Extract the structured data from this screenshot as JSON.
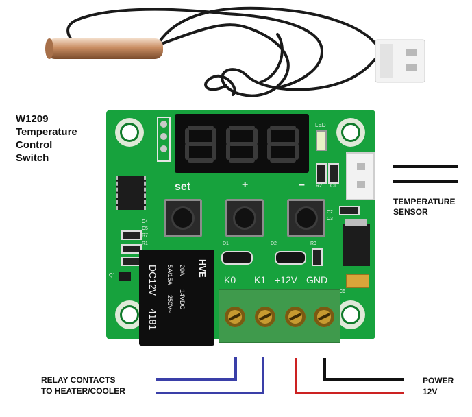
{
  "title": [
    "W1209",
    "Temperature",
    "Control",
    "Switch"
  ],
  "labels": {
    "temperature_sensor": [
      "TEMPERATURE",
      "SENSOR"
    ],
    "relay_contacts": [
      "RELAY CONTACTS",
      "TO HEATER/COOLER"
    ],
    "power": [
      "POWER",
      "12V"
    ]
  },
  "board": {
    "button_labels": {
      "set": "set",
      "plus": "+",
      "minus": "–"
    },
    "terminal_labels": [
      "K0",
      "K1",
      "+12V",
      "GND"
    ],
    "led_label": "LED",
    "relay_text": [
      "HVE",
      "20A",
      "14VDC",
      "5A/15A",
      "250V~",
      "DC12V",
      "4181"
    ],
    "components": [
      "R2",
      "C1",
      "C4",
      "C5",
      "R7",
      "R1",
      "Q1",
      "D1",
      "D2",
      "R3",
      "C2",
      "C3",
      "C6"
    ]
  },
  "colors": {
    "pcb": "#17a23d",
    "relay_wires": "#3a3fa8",
    "power_positive": "#cc2222",
    "power_ground": "#111111",
    "sensor_wires": "#111111"
  }
}
